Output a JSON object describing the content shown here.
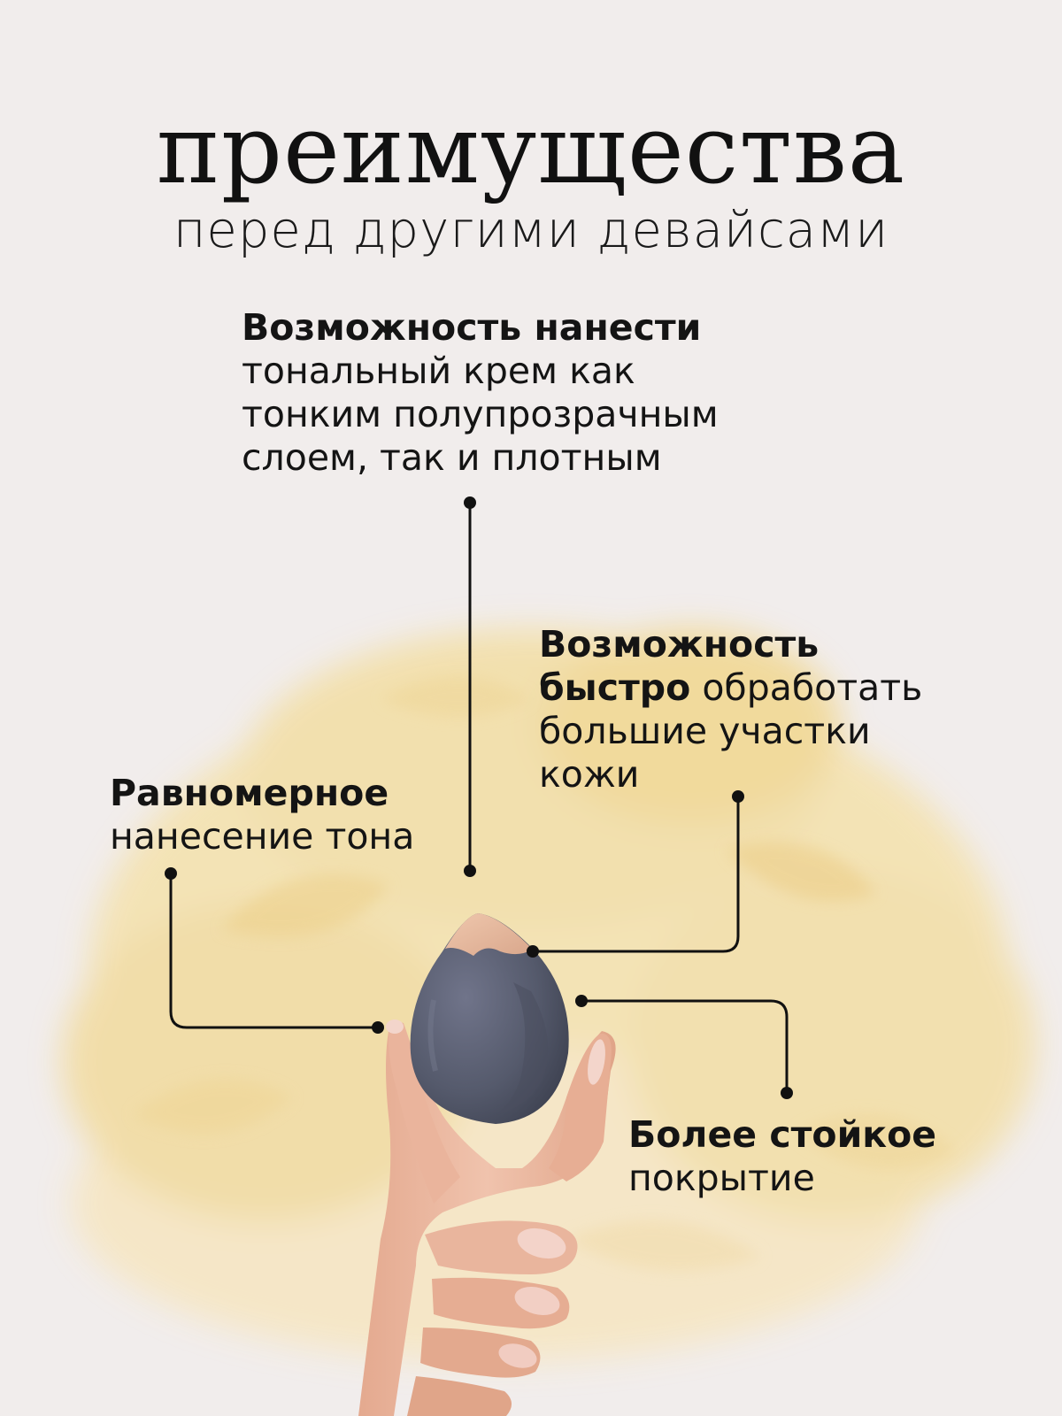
{
  "header": {
    "title": "преимущества",
    "subtitle": "перед другими девайсами"
  },
  "features": [
    {
      "bold": "Возможность нанести",
      "lines": [
        "тональный крем как",
        "тонким полупрозрачным",
        "слоем, так и плотным"
      ]
    },
    {
      "bold_line": "Возможность",
      "bold_inline": "быстро",
      "inline_rest": " обработать",
      "lines": [
        "большие участки",
        "кожи"
      ]
    },
    {
      "bold": "Равномерное",
      "lines": [
        "нанесение тона"
      ]
    },
    {
      "bold": "Более стойкое",
      "lines": [
        "покрытие"
      ]
    }
  ],
  "colors": {
    "background": "#f1edec",
    "flower": "#f3dca0",
    "text": "#111111",
    "sponge": "#5b5f70",
    "foundation": "#e2b49a",
    "skin": "#eab9a3",
    "nail": "#f2cfc6"
  },
  "icons": [
    "flower-background",
    "makeup-sponge",
    "hand-holding-sponge"
  ]
}
